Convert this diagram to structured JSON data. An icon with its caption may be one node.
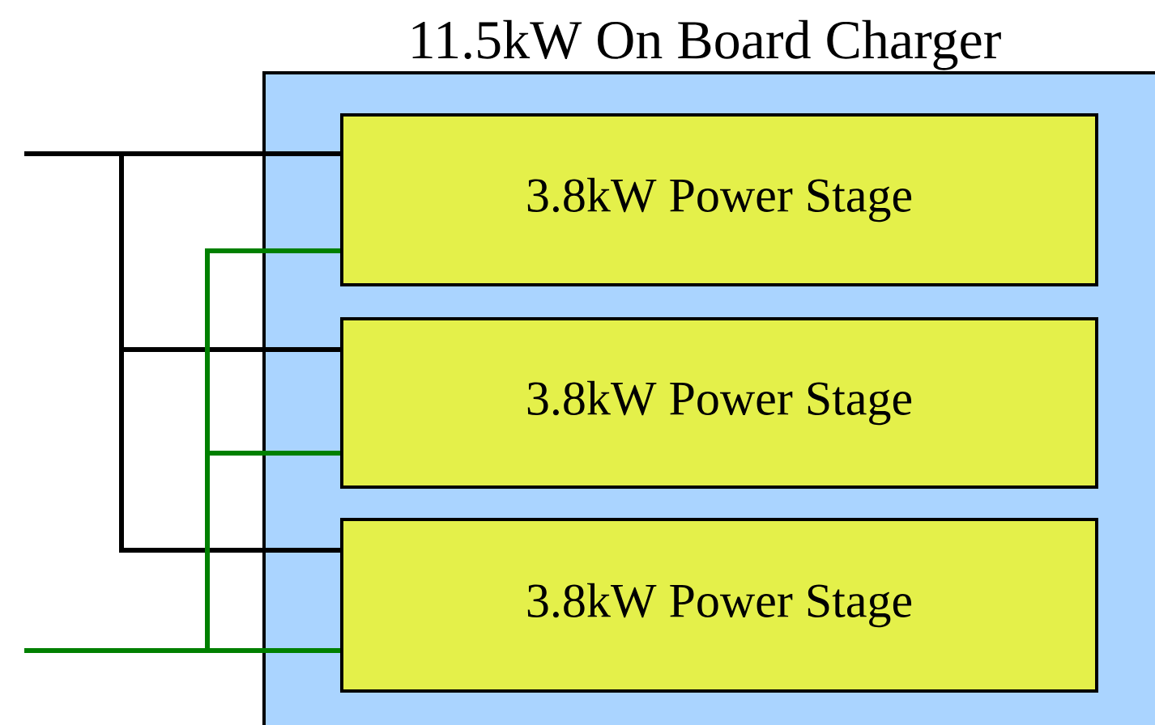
{
  "diagram": {
    "nodes": [
      {
        "text": [
          "11.5kW On Board Charger"
        ]
      },
      {
        "text": [
          "3.8kW Power Stage"
        ],
        "in": 0
      },
      {
        "text": [
          "3.8kW Power Stage"
        ],
        "in": 0
      },
      {
        "text": [
          "3.8kW Power Stage"
        ],
        "in": 0
      }
    ],
    "edges": [
      {
        "from": null,
        "to": 1,
        "arrow": "none"
      },
      {
        "from": null,
        "to": 2,
        "arrow": "none"
      },
      {
        "from": null,
        "to": 3,
        "arrow": "none"
      },
      {
        "from": null,
        "to": 1,
        "arrow": "none",
        "color": "#008000"
      },
      {
        "from": null,
        "to": 2,
        "arrow": "none",
        "color": "#008000"
      },
      {
        "from": null,
        "to": 3,
        "arrow": "none",
        "color": "#008000"
      }
    ]
  }
}
